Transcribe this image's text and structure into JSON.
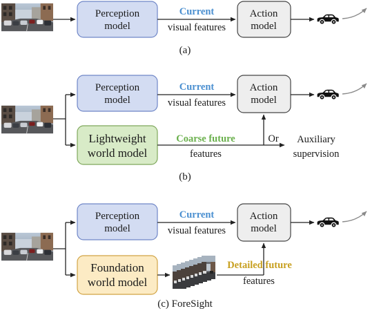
{
  "panel_a": {
    "perception": [
      "Perception",
      "model"
    ],
    "edge_highlight": "Current",
    "edge_text": "visual features",
    "action": [
      "Action",
      "model"
    ],
    "caption": "(a)"
  },
  "panel_b": {
    "perception": [
      "Perception",
      "model"
    ],
    "edge_highlight": "Current",
    "edge_text": "visual features",
    "action": [
      "Action",
      "model"
    ],
    "world": [
      "Lightweight",
      "world model"
    ],
    "future_highlight": "Coarse future",
    "future_text": "features",
    "or": "Or",
    "aux": [
      "Auxiliary",
      "supervision"
    ],
    "caption": "(b)"
  },
  "panel_c": {
    "perception": [
      "Perception",
      "model"
    ],
    "edge_highlight": "Current",
    "edge_text": "visual features",
    "action": [
      "Action",
      "model"
    ],
    "world": [
      "Foundation",
      "world model"
    ],
    "future_highlight": "Detailed future",
    "future_text": "features",
    "caption": "(c) ForeSight"
  },
  "colors": {
    "perception_fill": "#d3dcf2",
    "perception_stroke": "#6f86c7",
    "action_fill": "#eeeeee",
    "action_stroke": "#444444",
    "lightweight_fill": "#d8ebc7",
    "lightweight_stroke": "#7fa85c",
    "foundation_fill": "#fcebc4",
    "foundation_stroke": "#d1a445",
    "current_text": "#4a8fd0",
    "coarse_text": "#6ab04c",
    "detailed_text": "#c8a020"
  },
  "icons": [
    "street-scene-icon",
    "car-icon",
    "trajectory-arrow-icon",
    "feature-stack-icon"
  ]
}
